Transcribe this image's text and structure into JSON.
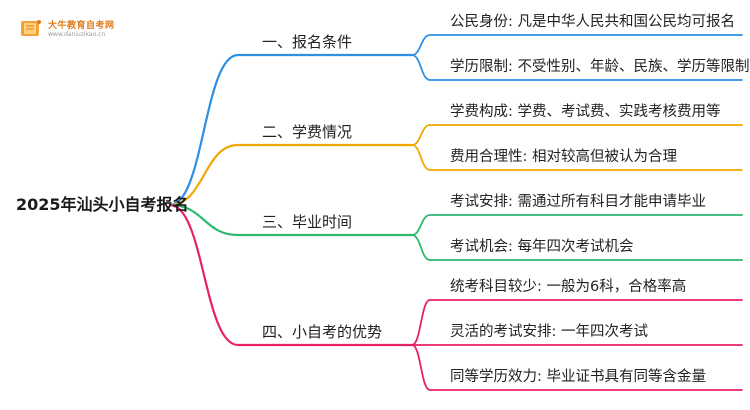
{
  "logo": {
    "name": "大牛教育自考网",
    "url": "www.daniuzikao.cn"
  },
  "root": {
    "label": "2025年汕头小自考报名"
  },
  "branches": [
    {
      "label": "一、报名条件",
      "color": "#2f8fe0",
      "leaves": [
        "公民身份: 凡是中华人民共和国公民均可报名",
        "学历限制: 不受性别、年龄、民族、学历等限制"
      ]
    },
    {
      "label": "二、学费情况",
      "color": "#f0a800",
      "leaves": [
        "学费构成: 学费、考试费、实践考核费用等",
        "费用合理性: 相对较高但被认为合理"
      ]
    },
    {
      "label": "三、毕业时间",
      "color": "#2db870",
      "leaves": [
        "考试安排: 需通过所有科目才能申请毕业",
        "考试机会: 每年四次考试机会"
      ]
    },
    {
      "label": "四、小自考的优势",
      "color": "#e8206a",
      "leaves": [
        "统考科目较少: 一般为6科，合格率高",
        "灵活的考试安排: 一年四次考试",
        "同等学历效力: 毕业证书具有同等含金量"
      ]
    }
  ]
}
